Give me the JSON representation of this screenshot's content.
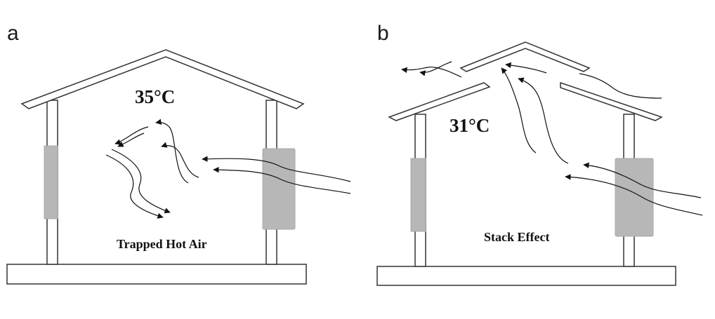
{
  "panels": [
    {
      "letter": "a",
      "temperature": "35°C",
      "caption": "Trapped Hot Air"
    },
    {
      "letter": "b",
      "temperature": "31°C",
      "caption": "Stack Effect"
    }
  ],
  "colors": {
    "outline": "#333333",
    "window_fill": "#b7b7b7",
    "arrow": "#111111",
    "background": "#ffffff"
  }
}
